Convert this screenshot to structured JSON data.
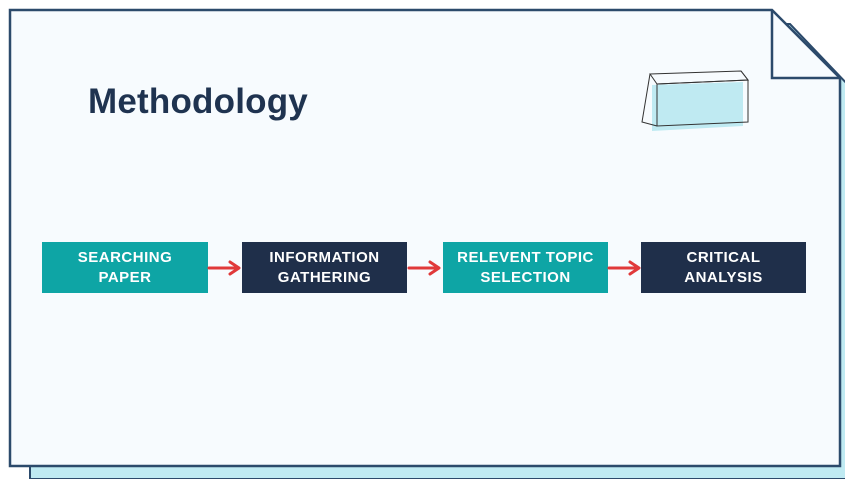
{
  "slide": {
    "title": "Methodology"
  },
  "steps": [
    {
      "label": "SEARCHING\nPAPER",
      "style": "teal"
    },
    {
      "label": "INFORMATION\nGATHERING",
      "style": "navy"
    },
    {
      "label": "RELEVENT TOPIC\nSELECTION",
      "style": "teal"
    },
    {
      "label": "CRITICAL\nANALYSIS",
      "style": "navy"
    }
  ],
  "colors": {
    "teal": "#0ea5a5",
    "navy": "#1f2f4a",
    "arrow": "#e0393a",
    "paper_bg": "#f7fbfe",
    "paper_border": "#2c4a6b",
    "shadow": "#bfeaf2"
  }
}
